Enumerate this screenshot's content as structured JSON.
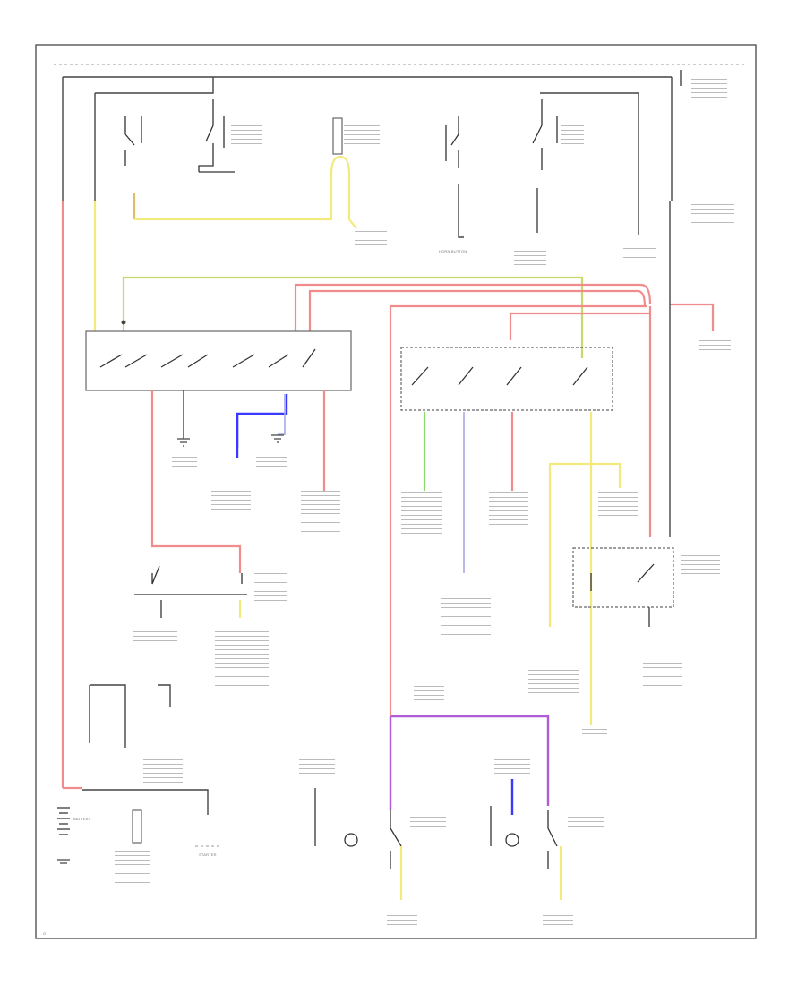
{
  "diagram": {
    "type": "wiring-schematic",
    "frame_color": "#555555",
    "wire_colors": {
      "red": "#f08c8c",
      "yellow": "#f2ea7c",
      "yellow_green": "#c6d96a",
      "blue": "#3a3aff",
      "light_blue": "#a8a8e8",
      "violet": "#b05cd8",
      "green": "#8ad86a",
      "tan": "#d8c06a"
    },
    "labels": {
      "battery": "BATTERY",
      "starter": "STARTER",
      "horn_button": "HORN BUTTON",
      "ground": "G"
    },
    "icons": [
      "switch-symbol-icon",
      "ground-symbol-icon",
      "battery-symbol-icon",
      "lamp-symbol-icon",
      "splice-node-icon"
    ]
  }
}
